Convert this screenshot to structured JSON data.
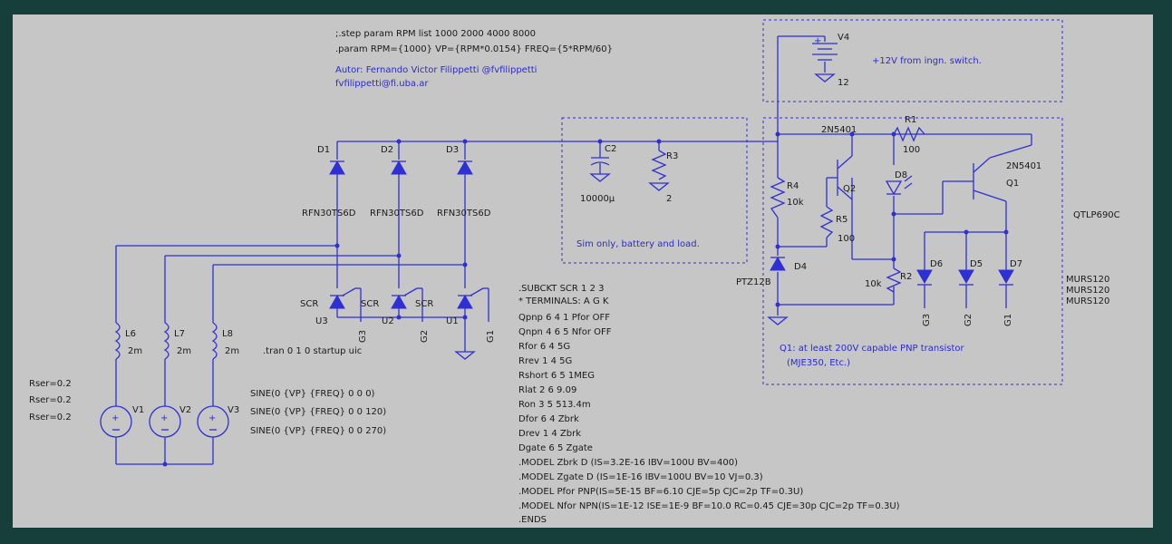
{
  "colors": {
    "background": "#163e3a",
    "schematic_bg": "#c6c6c6",
    "wire": "#2f2fd6",
    "text": "#1a1a1a",
    "comment": "#2a2ad2"
  },
  "directives": {
    "step": ";.step  param RPM  list 1000 2000 4000 8000",
    "param": ".param RPM={1000} VP={RPM*0.0154} FREQ={5*RPM/60}",
    "author": "Autor: Fernando Victor Filippetti @fvfilippetti",
    "email": "fvfilippetti@fi.uba.ar",
    "tran": ".tran 0 1 0 startup uic"
  },
  "diodes_top": [
    {
      "ref": "D1",
      "model": "RFN30TS6D"
    },
    {
      "ref": "D2",
      "model": "RFN30TS6D"
    },
    {
      "ref": "D3",
      "model": "RFN30TS6D"
    }
  ],
  "scrs": [
    {
      "ref": "U3",
      "label": "SCR",
      "gate": "G3"
    },
    {
      "ref": "U2",
      "label": "SCR",
      "gate": "G2"
    },
    {
      "ref": "U1",
      "label": "SCR",
      "gate": "G1"
    }
  ],
  "inductors": [
    {
      "ref": "L6",
      "value": "2m"
    },
    {
      "ref": "L7",
      "value": "2m"
    },
    {
      "ref": "L8",
      "value": "2m"
    }
  ],
  "sources": [
    {
      "ref": "V1",
      "rser": "Rser=0.2",
      "spec": "SINE(0 {VP} {FREQ} 0 0 0)"
    },
    {
      "ref": "V2",
      "rser": "Rser=0.2",
      "spec": "SINE(0 {VP} {FREQ} 0 0 120)"
    },
    {
      "ref": "V3",
      "rser": "Rser=0.2",
      "spec": "SINE(0 {VP} {FREQ} 0 0 270)"
    }
  ],
  "load": {
    "c2_ref": "C2",
    "c2_value": "10000µ",
    "r3_ref": "R3",
    "r3_value": "2",
    "note": "Sim only, battery and load."
  },
  "battery": {
    "ref": "V4",
    "value": "12",
    "note": "+12V from ingn. switch."
  },
  "regulator": {
    "q2_model": "2N5401",
    "q2_ref": "Q2",
    "q1_model": "2N5401",
    "q1_ref": "Q1",
    "q1_part": "QTLP690C",
    "r1_ref": "R1",
    "r1_value": "100",
    "r4_ref": "R4",
    "r4_value": "10k",
    "r5_ref": "R5",
    "r5_value": "100",
    "r2_ref": "R2",
    "r2_value": "10k",
    "d8_ref": "D8",
    "d4_ref": "D4",
    "d4_model": "PTZ12B",
    "d6_ref": "D6",
    "d5_ref": "D5",
    "d7_ref": "D7",
    "murs": [
      "MURS120",
      "MURS120",
      "MURS120"
    ],
    "gates": [
      "G3",
      "G2",
      "G1"
    ],
    "note1": "Q1: at least 200V capable PNP transistor",
    "note2": "(MJE350, Etc.)"
  },
  "subckt": [
    ".SUBCKT SCR   1  2  3",
    "*      TERMINALS:  A  G  K",
    "Qpnp   6          4  1              Pfor      OFF",
    "Qnpn   4          6  5              Nfor      OFF",
    "Rfor   6          4  5G",
    "Rrev   1          4  5G",
    "Rshort  6          5  1MEG",
    "Rlat   2          6  9.09",
    "Ron    3          5  513.4m",
    "Dfor   6          4  Zbrk",
    "Drev   1          4  Zbrk",
    "Dgate  6          5  Zgate",
    ".MODEL  Zbrk      D  (IS=3.2E-16   IBV=100U  BV=400)",
    ".MODEL  Zgate      D  (IS=1E-16    IBV=100U  BV=10      VJ=0.3)",
    ".MODEL  Pfor       PNP(IS=5E-15    BF=6.10  CJE=5p    CJC=2p    TF=0.3U)",
    ".MODEL  Nfor       NPN(IS=1E-12    ISE=1E-9  BF=10.0   RC=0.45   CJE=30p   CJC=2p    TF=0.3U)",
    ".ENDS"
  ]
}
